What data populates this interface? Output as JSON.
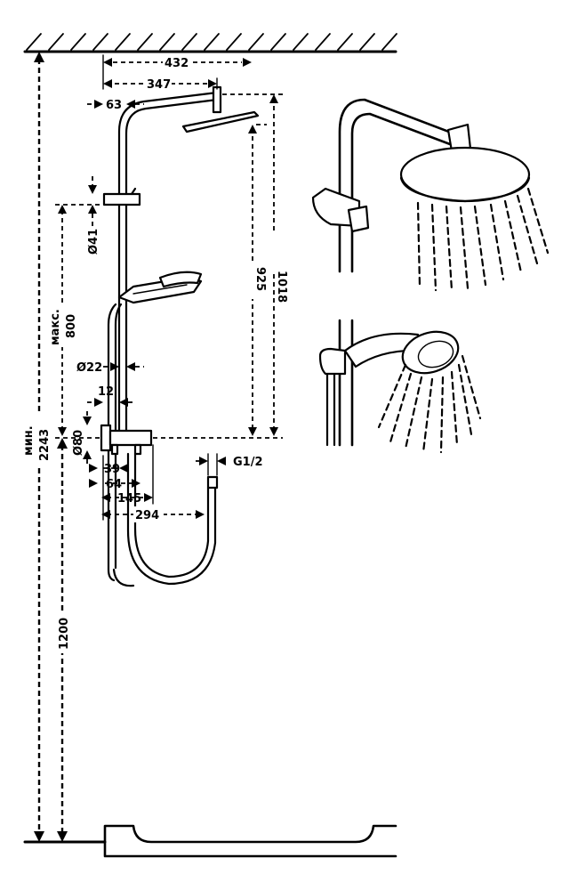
{
  "dimensions": {
    "total_width": "432",
    "arm_length": "347",
    "arm_offset": "63",
    "bracket_diameter": "Ø41",
    "head_height": "1018",
    "head_to_valve": "925",
    "max_adjust_label": "макс.",
    "max_adjust_value": "800",
    "pipe_diameter": "Ø22",
    "pipe_offset": "12",
    "valve_diameter": "Ø80",
    "valve_depth_1": "39",
    "valve_depth_2": "64",
    "valve_depth_3": "145",
    "hose_reach": "294",
    "thread": "G1/2",
    "min_height_label": "мин.",
    "min_height_value": "2243",
    "valve_height": "1200"
  }
}
